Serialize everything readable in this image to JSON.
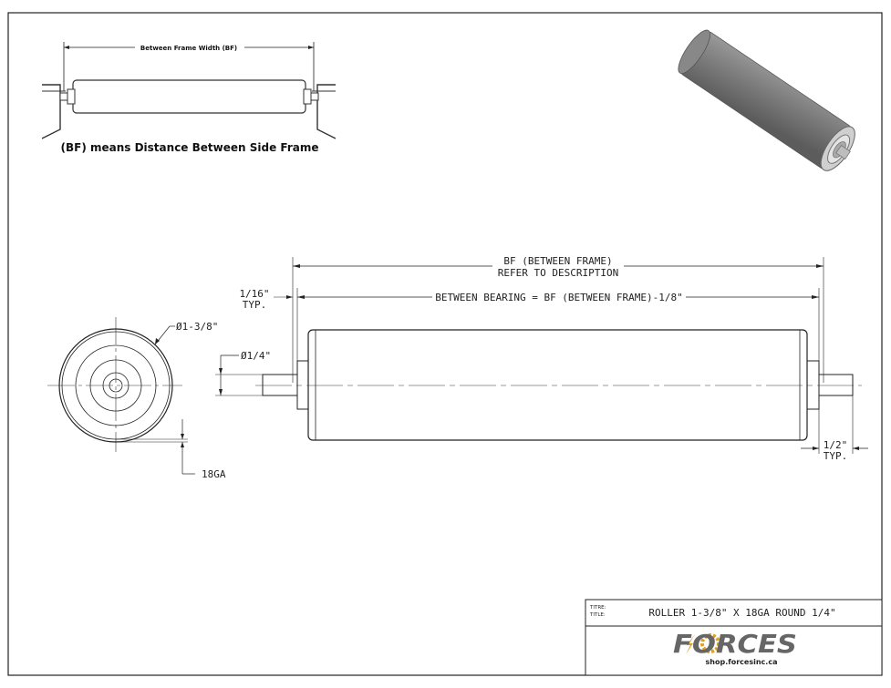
{
  "bf_inset": {
    "width_label": "Between Frame Width (BF)",
    "caption": "(BF) means Distance Between Side Frame"
  },
  "dimensions": {
    "bf_line1": "BF (BETWEEN FRAME)",
    "bf_line2": "REFER TO DESCRIPTION",
    "bearing": "BETWEEN BEARING = BF (BETWEEN FRAME)-1/8\"",
    "gap_top": "1/16\"",
    "gap_top_typ": "TYP.",
    "shaft_dia": "Ø1/4\"",
    "tube_dia": "Ø1-3/8\"",
    "gauge": "18GA",
    "shaft_ext": "1/2\"",
    "shaft_ext_typ": "TYP."
  },
  "title_block": {
    "label_a": "TITRE:",
    "label_b": "TITLE:",
    "title": "ROLLER 1-3/8\" X 18GA ROUND 1/4\"",
    "logo_text": "FORCES",
    "logo_url": "shop.forcesinc.ca"
  },
  "colors": {
    "line": "#222222",
    "roller_body": "#7d7d7d",
    "logo_gray": "#666666",
    "logo_accent": "#e0a020"
  }
}
